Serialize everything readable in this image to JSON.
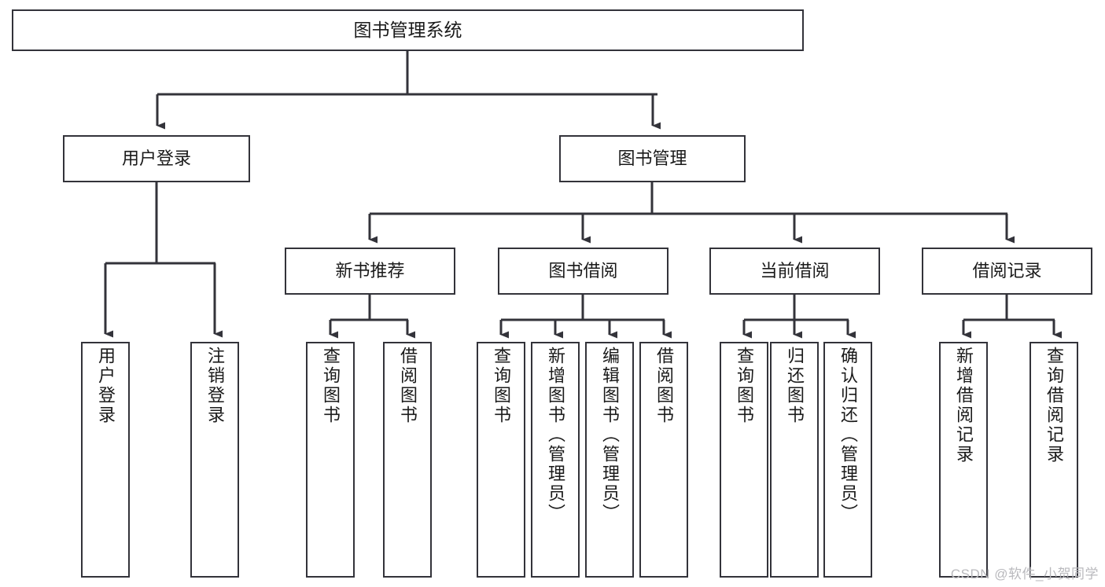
{
  "diagram": {
    "title": "图书管理系统",
    "type": "tree-hierarchy",
    "root": {
      "id": "root",
      "label": "图书管理系统"
    },
    "level2": [
      {
        "id": "user-login",
        "label": "用户登录"
      },
      {
        "id": "book-manage",
        "label": "图书管理"
      }
    ],
    "level3": [
      {
        "id": "new-book-rec",
        "label": "新书推荐",
        "parent": "book-manage"
      },
      {
        "id": "book-borrow",
        "label": "图书借阅",
        "parent": "book-manage"
      },
      {
        "id": "current-borrow",
        "label": "当前借阅",
        "parent": "book-manage"
      },
      {
        "id": "borrow-record",
        "label": "借阅记录",
        "parent": "book-manage"
      }
    ],
    "leaves": [
      {
        "id": "leaf-user-login",
        "label": "用户登录",
        "parent": "user-login"
      },
      {
        "id": "leaf-user-logout",
        "label": "注销登录",
        "parent": "user-login"
      },
      {
        "id": "leaf-rec-query",
        "label": "查询图书",
        "parent": "new-book-rec"
      },
      {
        "id": "leaf-rec-borrow",
        "label": "借阅图书",
        "parent": "new-book-rec"
      },
      {
        "id": "leaf-borrow-query",
        "label": "查询图书",
        "parent": "book-borrow"
      },
      {
        "id": "leaf-borrow-add",
        "label": "新增图书（管理员）",
        "parent": "book-borrow"
      },
      {
        "id": "leaf-borrow-edit",
        "label": "编辑图书（管理员）",
        "parent": "book-borrow"
      },
      {
        "id": "leaf-borrow-lend",
        "label": "借阅图书",
        "parent": "book-borrow"
      },
      {
        "id": "leaf-cur-query",
        "label": "查询图书",
        "parent": "current-borrow"
      },
      {
        "id": "leaf-cur-return",
        "label": "归还图书",
        "parent": "current-borrow"
      },
      {
        "id": "leaf-cur-confirm",
        "label": "确认归还（管理员）",
        "parent": "current-borrow"
      },
      {
        "id": "leaf-rec-add",
        "label": "新增借阅记录",
        "parent": "borrow-record"
      },
      {
        "id": "leaf-rec-search",
        "label": "查询借阅记录",
        "parent": "borrow-record"
      }
    ]
  },
  "watermark": {
    "text": "CSDN @软件_小贺同学"
  },
  "colors": {
    "background": "#ffffff",
    "node_fill": "#ffffff",
    "node_border": "#33333a",
    "edge": "#33333a",
    "text": "#1a1a1a",
    "watermark": "#b9b9bd"
  }
}
